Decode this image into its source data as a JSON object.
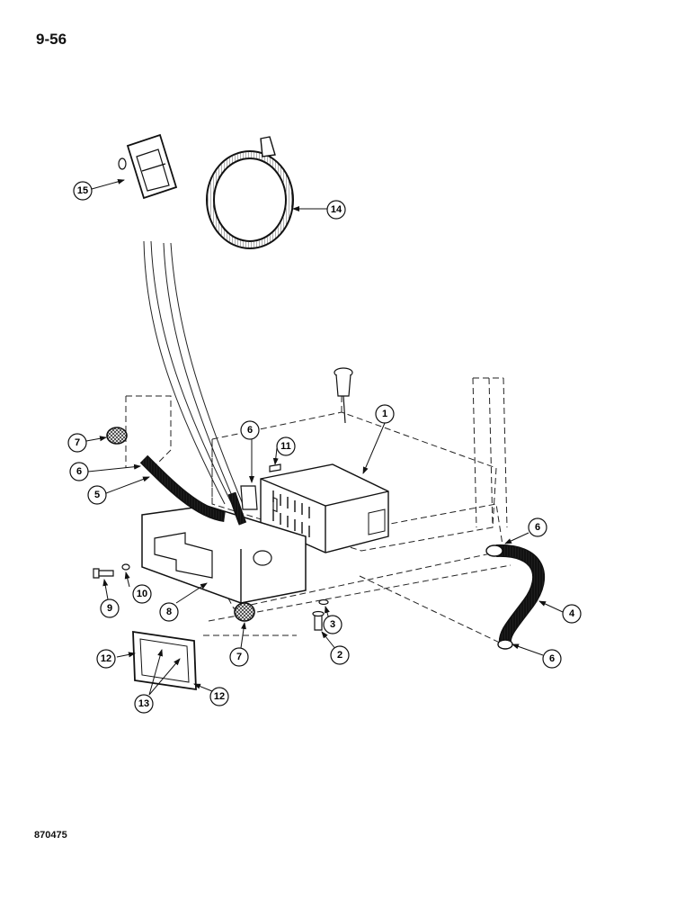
{
  "page": {
    "page_number": "9-56",
    "figure_code": "870475"
  },
  "callouts": [
    {
      "id": "c1",
      "label": "1"
    },
    {
      "id": "c2",
      "label": "2"
    },
    {
      "id": "c3",
      "label": "3"
    },
    {
      "id": "c4",
      "label": "4"
    },
    {
      "id": "c5",
      "label": "5"
    },
    {
      "id": "c6a",
      "label": "6"
    },
    {
      "id": "c6b",
      "label": "6"
    },
    {
      "id": "c6c",
      "label": "6"
    },
    {
      "id": "c6d",
      "label": "6"
    },
    {
      "id": "c7a",
      "label": "7"
    },
    {
      "id": "c7b",
      "label": "7"
    },
    {
      "id": "c8",
      "label": "8"
    },
    {
      "id": "c9",
      "label": "9"
    },
    {
      "id": "c10",
      "label": "10"
    },
    {
      "id": "c11",
      "label": "11"
    },
    {
      "id": "c12a",
      "label": "12"
    },
    {
      "id": "c12b",
      "label": "12"
    },
    {
      "id": "c13",
      "label": "13"
    },
    {
      "id": "c14",
      "label": "14"
    },
    {
      "id": "c15",
      "label": "15"
    }
  ]
}
